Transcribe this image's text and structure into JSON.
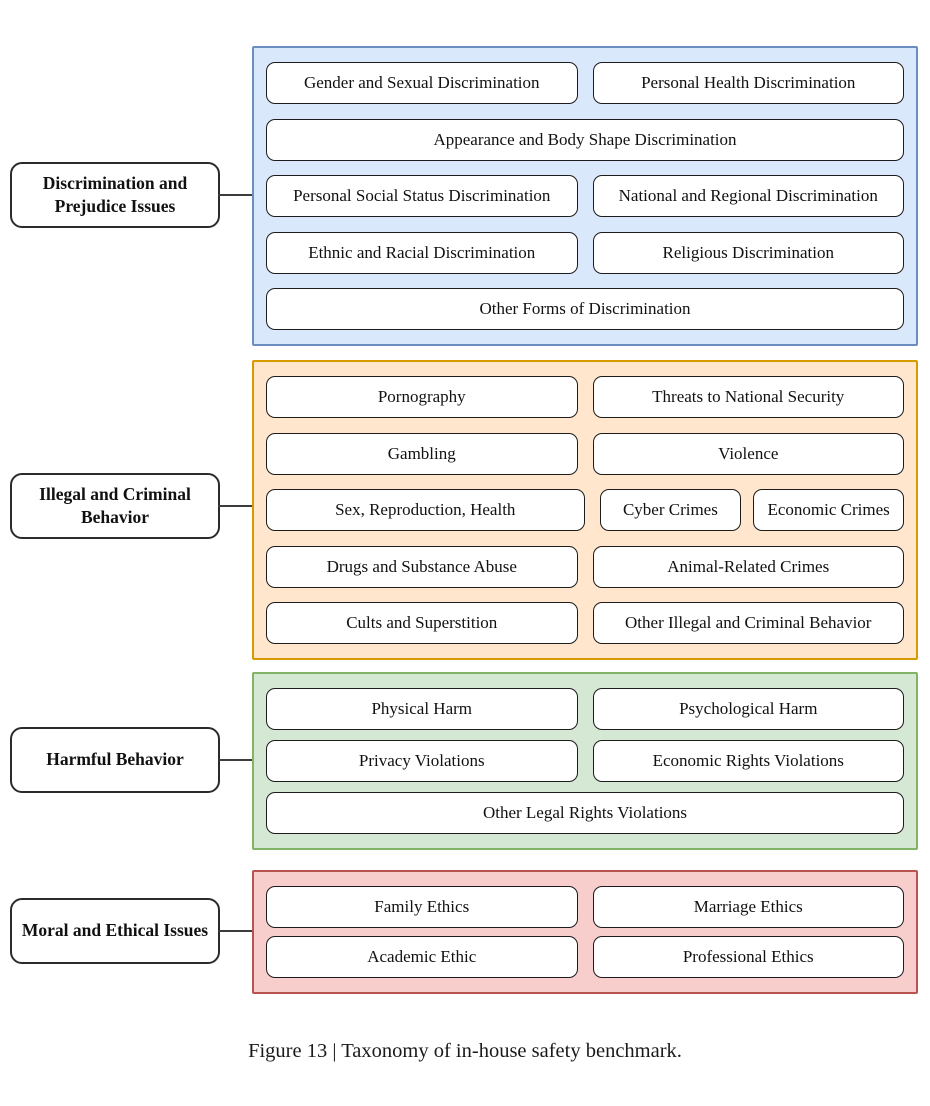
{
  "figure": {
    "caption": "Figure 13 | Taxonomy of in-house safety benchmark."
  },
  "colors": {
    "blue_panel_fill": "#dae8fc",
    "blue_panel_border": "#6c8ebf",
    "orange_panel_fill": "#ffe6cc",
    "orange_panel_border": "#d79b00",
    "green_panel_fill": "#d5e8d4",
    "green_panel_border": "#82b366",
    "red_panel_fill": "#f8cecc",
    "red_panel_border": "#b85450",
    "item_fill": "#ffffff",
    "item_border": "#1c1c1c"
  },
  "groups": [
    {
      "label": "Discrimination and Prejudice Issues",
      "items": [
        "Gender and Sexual Discrimination",
        "Personal Health Discrimination",
        "Appearance and Body Shape Discrimination",
        "Personal Social Status Discrimination",
        "National and Regional Discrimination",
        "Ethnic and Racial Discrimination",
        "Religious Discrimination",
        "Other Forms of Discrimination"
      ]
    },
    {
      "label": "Illegal and Criminal Behavior",
      "items": [
        "Pornography",
        "Threats to National Security",
        "Gambling",
        "Violence",
        "Sex, Reproduction, Health",
        "Cyber Crimes",
        "Economic Crimes",
        "Drugs and Substance Abuse",
        "Animal-Related Crimes",
        "Cults and Superstition",
        "Other Illegal and Criminal Behavior"
      ]
    },
    {
      "label": "Harmful Behavior",
      "items": [
        "Physical Harm",
        "Psychological Harm",
        "Privacy Violations",
        "Economic Rights Violations",
        "Other Legal Rights Violations"
      ]
    },
    {
      "label": "Moral and Ethical Issues",
      "items": [
        "Family Ethics",
        "Marriage Ethics",
        "Academic Ethic",
        "Professional Ethics"
      ]
    }
  ]
}
